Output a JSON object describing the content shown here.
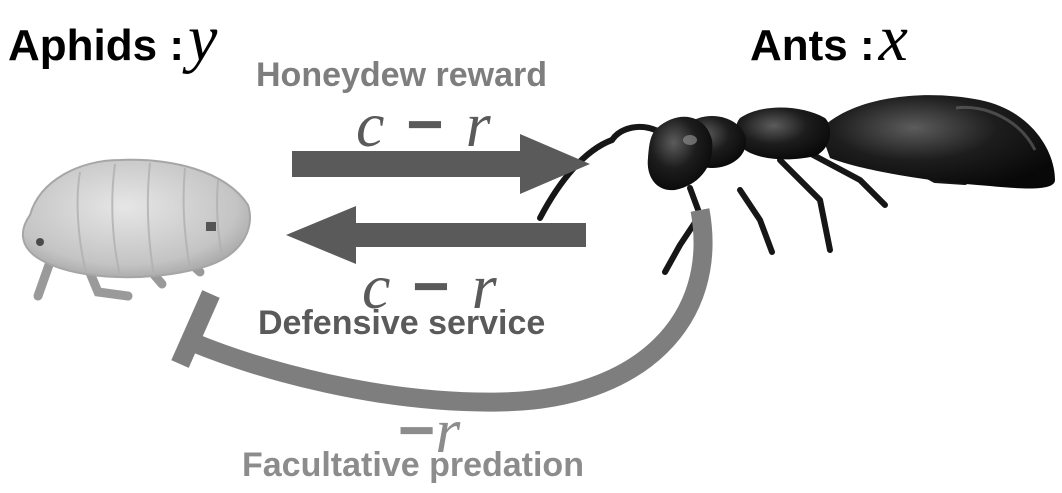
{
  "labels": {
    "aphids": "Aphids :",
    "aphids_var": "y",
    "ants": "Ants :",
    "ants_var": "x"
  },
  "interactions": {
    "honeydew": {
      "title": "Honeydew reward",
      "c": "c",
      "minus": "−",
      "r": "r"
    },
    "defense": {
      "title": "Defensive service",
      "c": "c",
      "minus": "−",
      "r": "r"
    },
    "predation": {
      "title": "Facultative predation",
      "minus": "−",
      "r": "r"
    }
  },
  "colors": {
    "black": "#000000",
    "dark_gray": "#5a5a5a",
    "mid_gray": "#7e7e7e",
    "light_gray": "#8c8c8c",
    "aphid_body": "#c8c8c8"
  },
  "icons": {
    "aphid": "aphid-illustration",
    "ant": "ant-illustration"
  }
}
